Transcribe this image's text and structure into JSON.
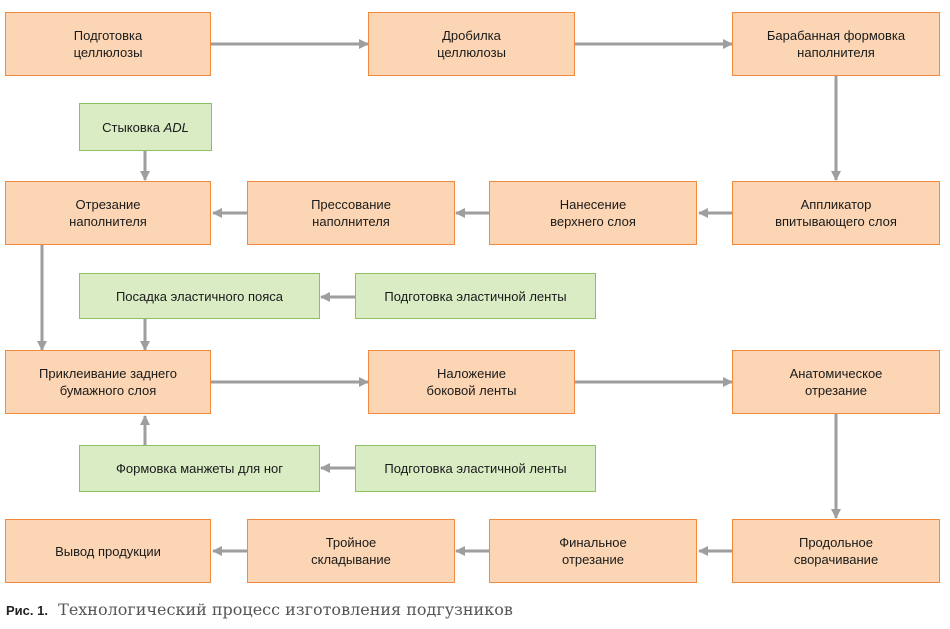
{
  "diagram": {
    "nodes": {
      "cellulose_prep": "Подготовка\nцеллюлозы",
      "cellulose_crusher": "Дробилка\nцеллюлозы",
      "drum_forming": "Барабанная формовка\nнаполнителя",
      "adl_join_prefix": "Стыковка ",
      "adl_join_italic": "ADL",
      "filler_cutting": "Отрезание\nнаполнителя",
      "filler_pressing": "Прессование\nнаполнителя",
      "top_layer": "Нанесение\nверхнего слоя",
      "absorbent_applicator": "Аппликатор\nвпитывающего слоя",
      "elastic_waist": "Посадка эластичного пояса",
      "elastic_tape_prep_1": "Подготовка эластичной ленты",
      "back_paper_glue": "Приклеивание заднего\nбумажного слоя",
      "side_tape": "Наложение\nбоковой ленты",
      "anatomical_cut": "Анатомическое\nотрезание",
      "leg_cuff_forming": "Формовка манжеты для ног",
      "elastic_tape_prep_2": "Подготовка эластичной ленты",
      "product_output": "Вывод продукции",
      "triple_fold": "Тройное\nскладывание",
      "final_cut": "Финальное\nотрезание",
      "longitudinal_fold": "Продольное\nсворачивание"
    },
    "edges": [
      [
        "cellulose_prep",
        "cellulose_crusher"
      ],
      [
        "cellulose_crusher",
        "drum_forming"
      ],
      [
        "drum_forming",
        "absorbent_applicator"
      ],
      [
        "absorbent_applicator",
        "top_layer"
      ],
      [
        "top_layer",
        "filler_pressing"
      ],
      [
        "filler_pressing",
        "filler_cutting"
      ],
      [
        "adl_join",
        "filler_cutting"
      ],
      [
        "filler_cutting",
        "back_paper_glue"
      ],
      [
        "elastic_tape_prep_1",
        "elastic_waist"
      ],
      [
        "elastic_waist",
        "back_paper_glue"
      ],
      [
        "elastic_tape_prep_2",
        "leg_cuff_forming"
      ],
      [
        "leg_cuff_forming",
        "back_paper_glue"
      ],
      [
        "back_paper_glue",
        "side_tape"
      ],
      [
        "side_tape",
        "anatomical_cut"
      ],
      [
        "anatomical_cut",
        "longitudinal_fold"
      ],
      [
        "longitudinal_fold",
        "final_cut"
      ],
      [
        "final_cut",
        "triple_fold"
      ],
      [
        "triple_fold",
        "product_output"
      ]
    ],
    "colors": {
      "process_fill": "#fcd6b4",
      "process_border": "#f08a3e",
      "auxiliary_fill": "#d9ecc4",
      "auxiliary_border": "#8cc063",
      "arrow": "#9e9e9e"
    }
  },
  "caption": {
    "figure_label": "Рис. 1.",
    "text": "Технологический процесс изготовления подгузников"
  }
}
